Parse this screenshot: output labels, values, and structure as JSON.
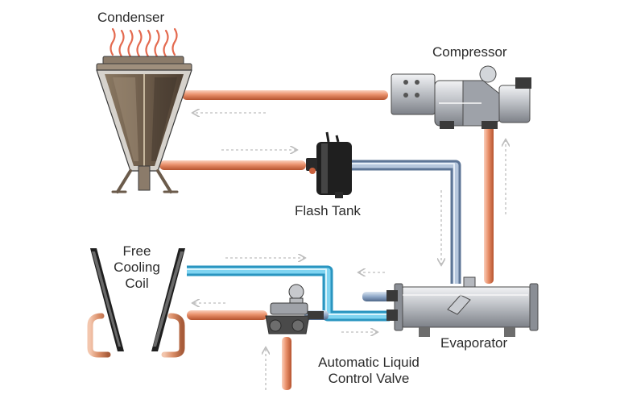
{
  "labels": {
    "condenser": "Condenser",
    "compressor": "Compressor",
    "flash_tank": "Flash Tank",
    "free_cooling_coil": [
      "Free",
      "Cooling",
      "Coil"
    ],
    "evaporator": "Evaporator",
    "valve": [
      "Automatic Liquid",
      "Control Valve"
    ]
  },
  "colors": {
    "hot_pipe": "#e9906a",
    "hot_pipe_dark": "#c9603c",
    "cold_pipe": "#8fa8c8",
    "cold_pipe_dark": "#5d7596",
    "free_cooling_pipe": "#5fc6ea",
    "heat_waves": "#e46a4f",
    "equipment_gray": "#b9bcc2",
    "equipment_dark": "#3a3a3a",
    "condenser_core": "#6e5d4b",
    "flow_arrow": "#c4c4c4"
  }
}
